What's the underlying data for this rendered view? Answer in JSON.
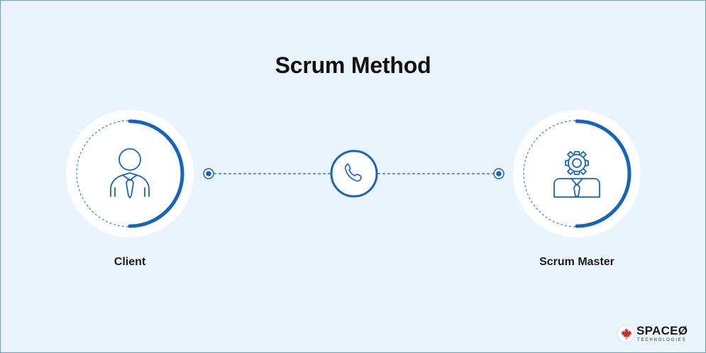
{
  "title": "Scrum Method",
  "nodes": [
    {
      "label": "Client",
      "icon": "client-person-icon"
    },
    {
      "label": "Scrum Master",
      "icon": "scrum-master-gear-icon"
    }
  ],
  "connector_icon": "phone-icon",
  "colors": {
    "background": "#eaf4fc",
    "accent": "#1565c0",
    "circle_fill": "#ffffff",
    "text": "#111111"
  },
  "brand": {
    "name": "SPACEØ",
    "tagline": "TECHNOLOGIES",
    "icon": "maple-leaf-icon"
  }
}
